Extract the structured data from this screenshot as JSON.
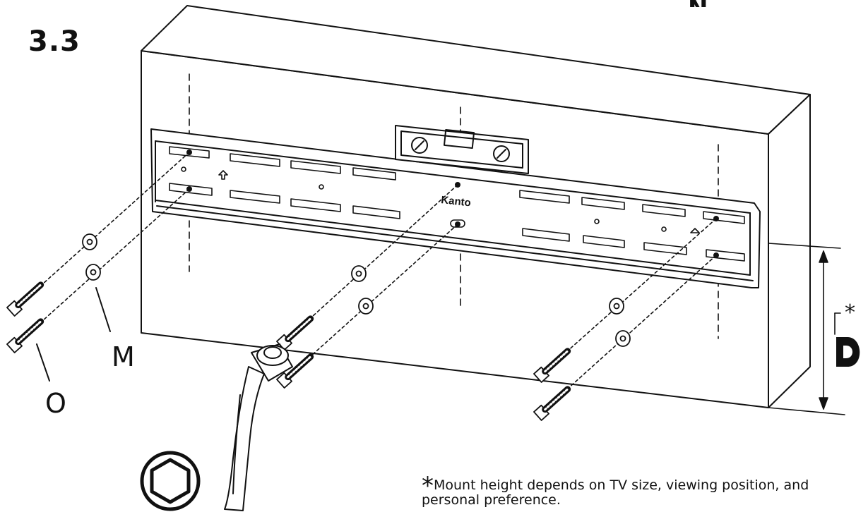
{
  "step_number": "3.3",
  "corner_letter": "N",
  "labels": {
    "washer": "M",
    "bolt": "O",
    "height": "D",
    "height_asterisk": "*"
  },
  "brand": "Kanto",
  "footnote": {
    "asterisk": "*",
    "text": "Mount height depends on TV size, viewing position, and personal preference."
  }
}
